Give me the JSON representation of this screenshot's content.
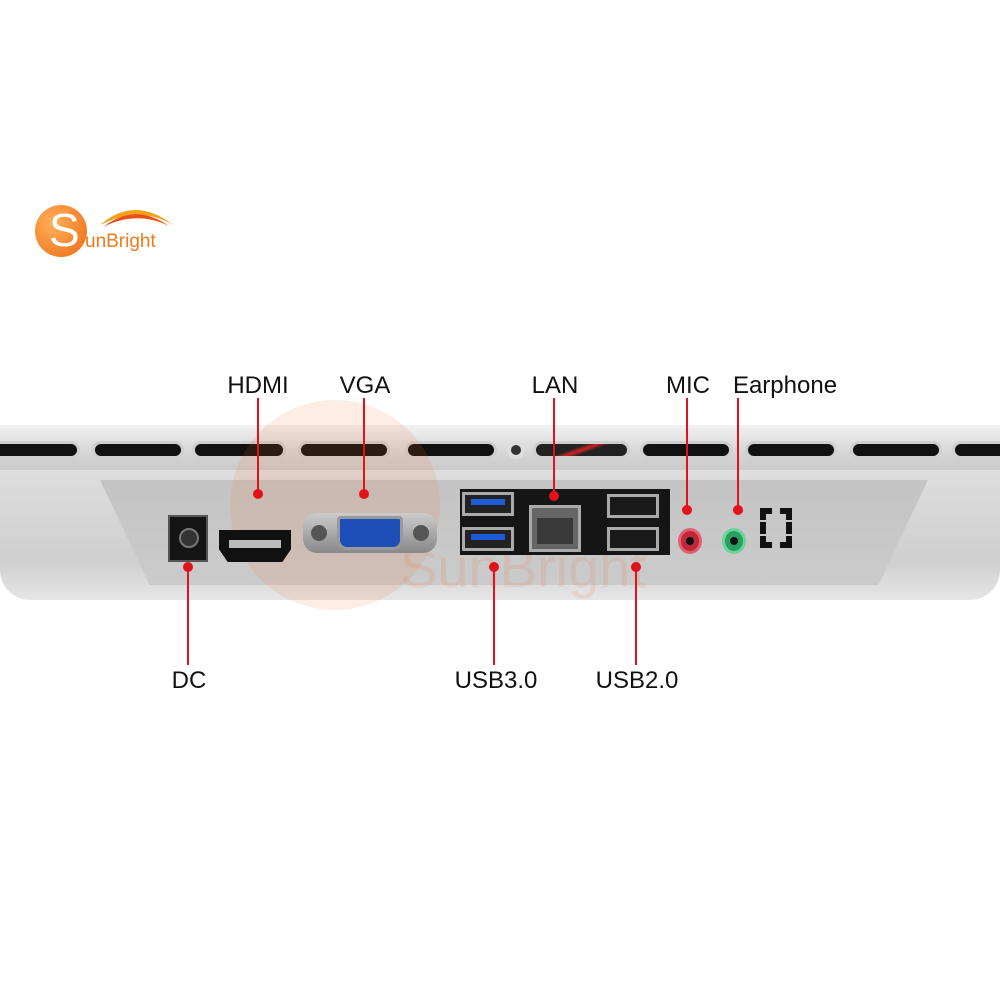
{
  "logo": {
    "text": "SunBright",
    "initial": "S",
    "rest": "unBright",
    "colors": {
      "orange": "#f07a1e",
      "yellow": "#f5c21b"
    }
  },
  "watermark": {
    "text": "SunBright"
  },
  "labels": {
    "hdmi": "HDMI",
    "vga": "VGA",
    "lan": "LAN",
    "mic": "MIC",
    "earphone": "Earphone",
    "dc": "DC",
    "usb30": "USB3.0",
    "usb20": "USB2.0"
  },
  "colors": {
    "pointer": "#e0121b",
    "mic_jack": "#c0283a",
    "earphone_jack": "#2aa060",
    "vga_port": "#1e4fb8",
    "usb3_blue": "#1e5bd6"
  }
}
